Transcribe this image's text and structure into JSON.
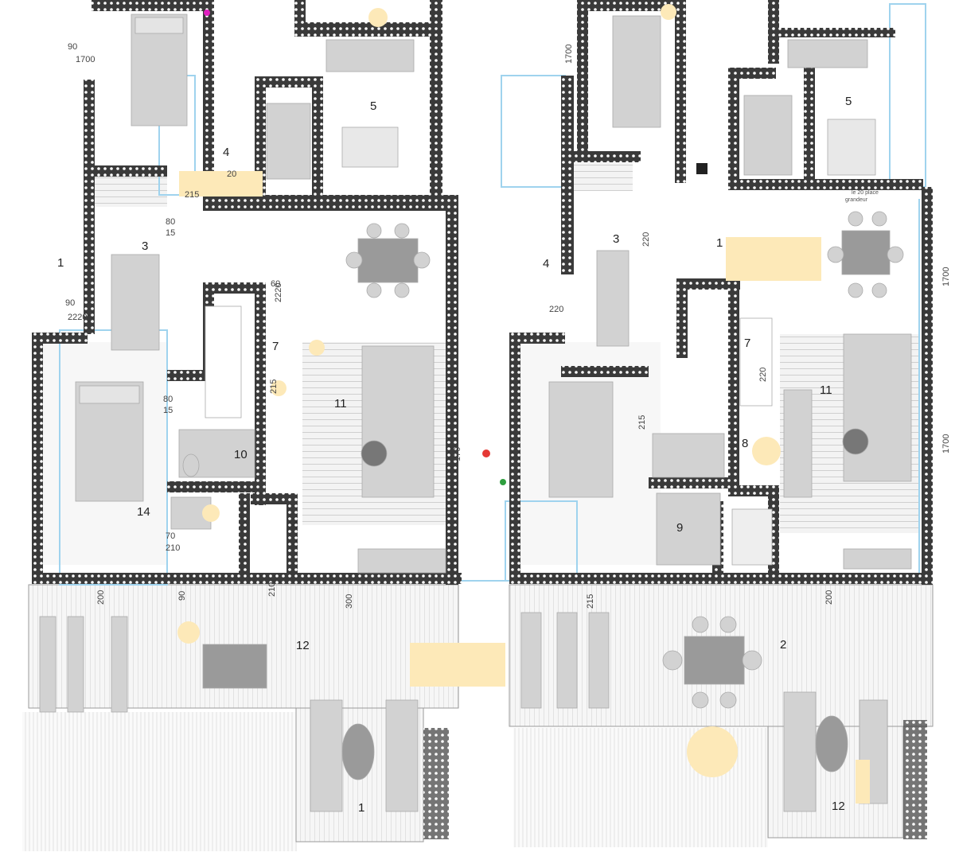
{
  "colors": {
    "wall": "#3a3a3a",
    "wall_hatch": "#ffffff",
    "floor_wood": "#d9d9d9",
    "furniture": "#cfcfcf",
    "terrace": "#efefef",
    "outline_blue": "#9fd3ee",
    "highlight_yellow": "#fde9b8",
    "marker_red": "#e53935",
    "marker_green": "#2e9e3e",
    "marker_magenta": "#e020c0"
  },
  "labels": {
    "left_dims": [
      "90",
      "1700",
      "1",
      "2220",
      "90",
      "2220",
      "20",
      "80",
      "15",
      "215",
      "80",
      "15",
      "215",
      "60",
      "170",
      "70",
      "210",
      "200",
      "90",
      "210",
      "300"
    ],
    "left_rooms": [
      "4",
      "5",
      "3",
      "7",
      "10",
      "11",
      "14",
      "12",
      "1"
    ],
    "right_dims": [
      "1700",
      "1700",
      "1700",
      "220",
      "220",
      "215",
      "220",
      "215",
      "200"
    ],
    "right_rooms": [
      "4",
      "5",
      "3",
      "7",
      "8",
      "11",
      "2",
      "12",
      "9",
      "1"
    ],
    "notes": [
      "le 20 place",
      "grandeur"
    ]
  },
  "icons": [
    "sofa-icon",
    "table-icon",
    "bed-icon",
    "chair-icon",
    "plant-icon",
    "bathtub-icon",
    "toilet-icon",
    "sink-icon",
    "stair-icon"
  ]
}
